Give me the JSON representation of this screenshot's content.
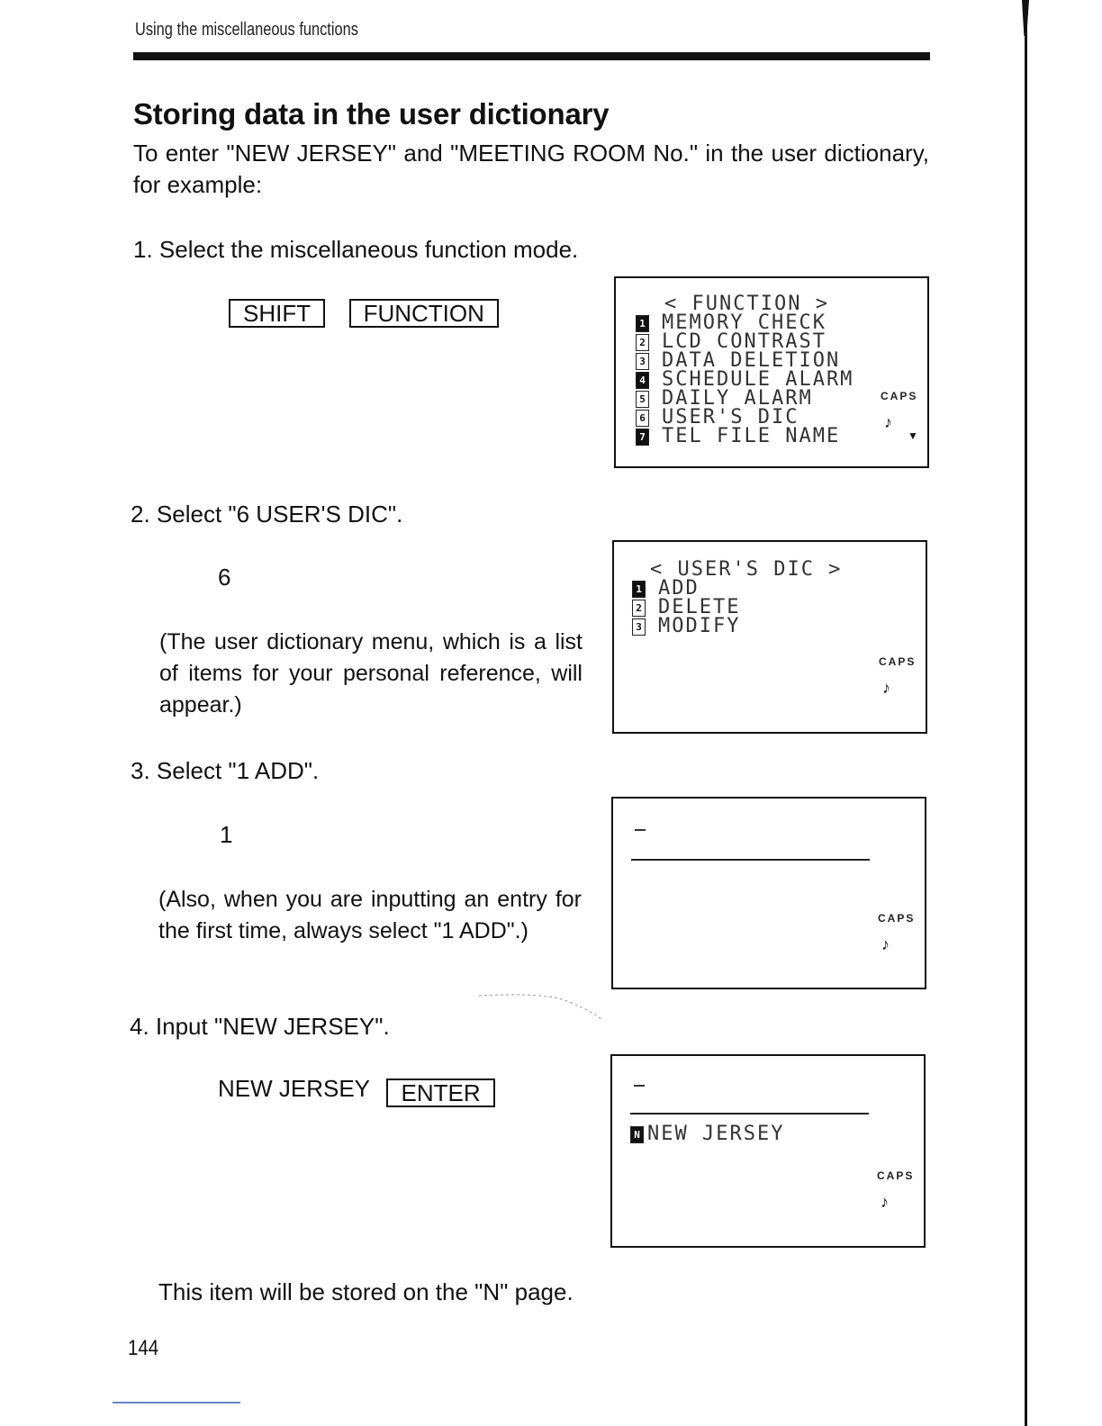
{
  "header": {
    "section": "Using the miscellaneous functions"
  },
  "title": "Storing data in the user dictionary",
  "intro": "To enter \"NEW JERSEY\" and \"MEETING ROOM No.\" in the user dictionary, for example:",
  "steps": [
    {
      "text": "1. Select the miscellaneous function mode.",
      "keys": [
        "SHIFT",
        "FUNCTION"
      ]
    },
    {
      "text": "2. Select \"6 USER'S DIC\".",
      "input": "6",
      "note": "(The user dictionary menu, which is a list of items for your personal reference, will appear.)"
    },
    {
      "text": "3. Select \"1 ADD\".",
      "input": "1",
      "note": "(Also, when you are inputting an entry for the first time, always select \"1 ADD\".)"
    },
    {
      "text": "4. Input \"NEW JERSEY\".",
      "input": "NEW JERSEY",
      "key": "ENTER"
    }
  ],
  "screens": {
    "function_menu": {
      "title": "< FUNCTION >",
      "items": [
        {
          "num": "1",
          "label": "MEMORY CHECK"
        },
        {
          "num": "2",
          "label": "LCD CONTRAST"
        },
        {
          "num": "3",
          "label": "DATA DELETION"
        },
        {
          "num": "4",
          "label": "SCHEDULE ALARM"
        },
        {
          "num": "5",
          "label": "DAILY ALARM"
        },
        {
          "num": "6",
          "label": "USER'S DIC"
        },
        {
          "num": "7",
          "label": "TEL FILE NAME"
        }
      ],
      "caps": "CAPS"
    },
    "users_dic_menu": {
      "title": "< USER'S DIC >",
      "items": [
        {
          "num": "1",
          "label": "ADD"
        },
        {
          "num": "2",
          "label": "DELETE"
        },
        {
          "num": "3",
          "label": "MODIFY"
        }
      ],
      "caps": "CAPS"
    },
    "add_screen": {
      "caps": "CAPS"
    },
    "entry_screen": {
      "entry_badge": "N",
      "entry": "NEW JERSEY",
      "caps": "CAPS"
    }
  },
  "footer_note": "This item will be stored on the \"N\" page.",
  "page_number": "144"
}
